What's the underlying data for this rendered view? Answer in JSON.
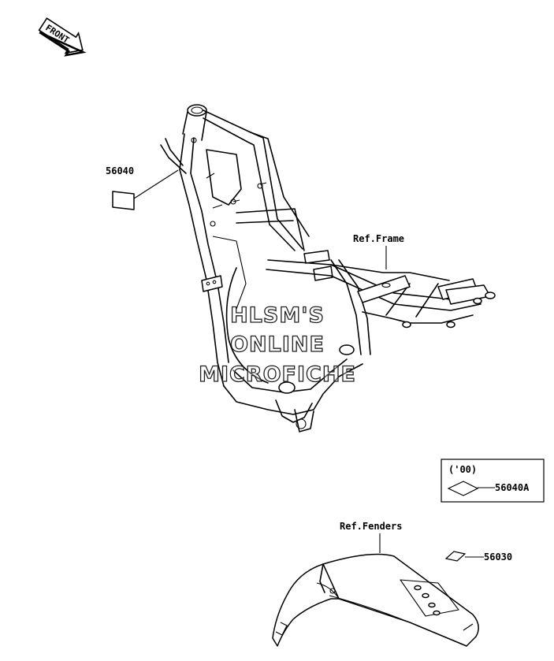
{
  "front_badge": {
    "text": "FRONT"
  },
  "parts": {
    "p56040": {
      "number": "56040"
    },
    "p56040a": {
      "number": "56040A"
    },
    "p56030": {
      "number": "56030"
    }
  },
  "refs": {
    "frame": "Ref.Frame",
    "fenders": "Ref.Fenders"
  },
  "variant_box": {
    "year_code": "('00)"
  },
  "watermark": {
    "line1": "HLSM'S",
    "line2": "ONLINE",
    "line3": "MICROFICHE"
  },
  "colors": {
    "ink": "#000000",
    "paper": "#ffffff"
  }
}
